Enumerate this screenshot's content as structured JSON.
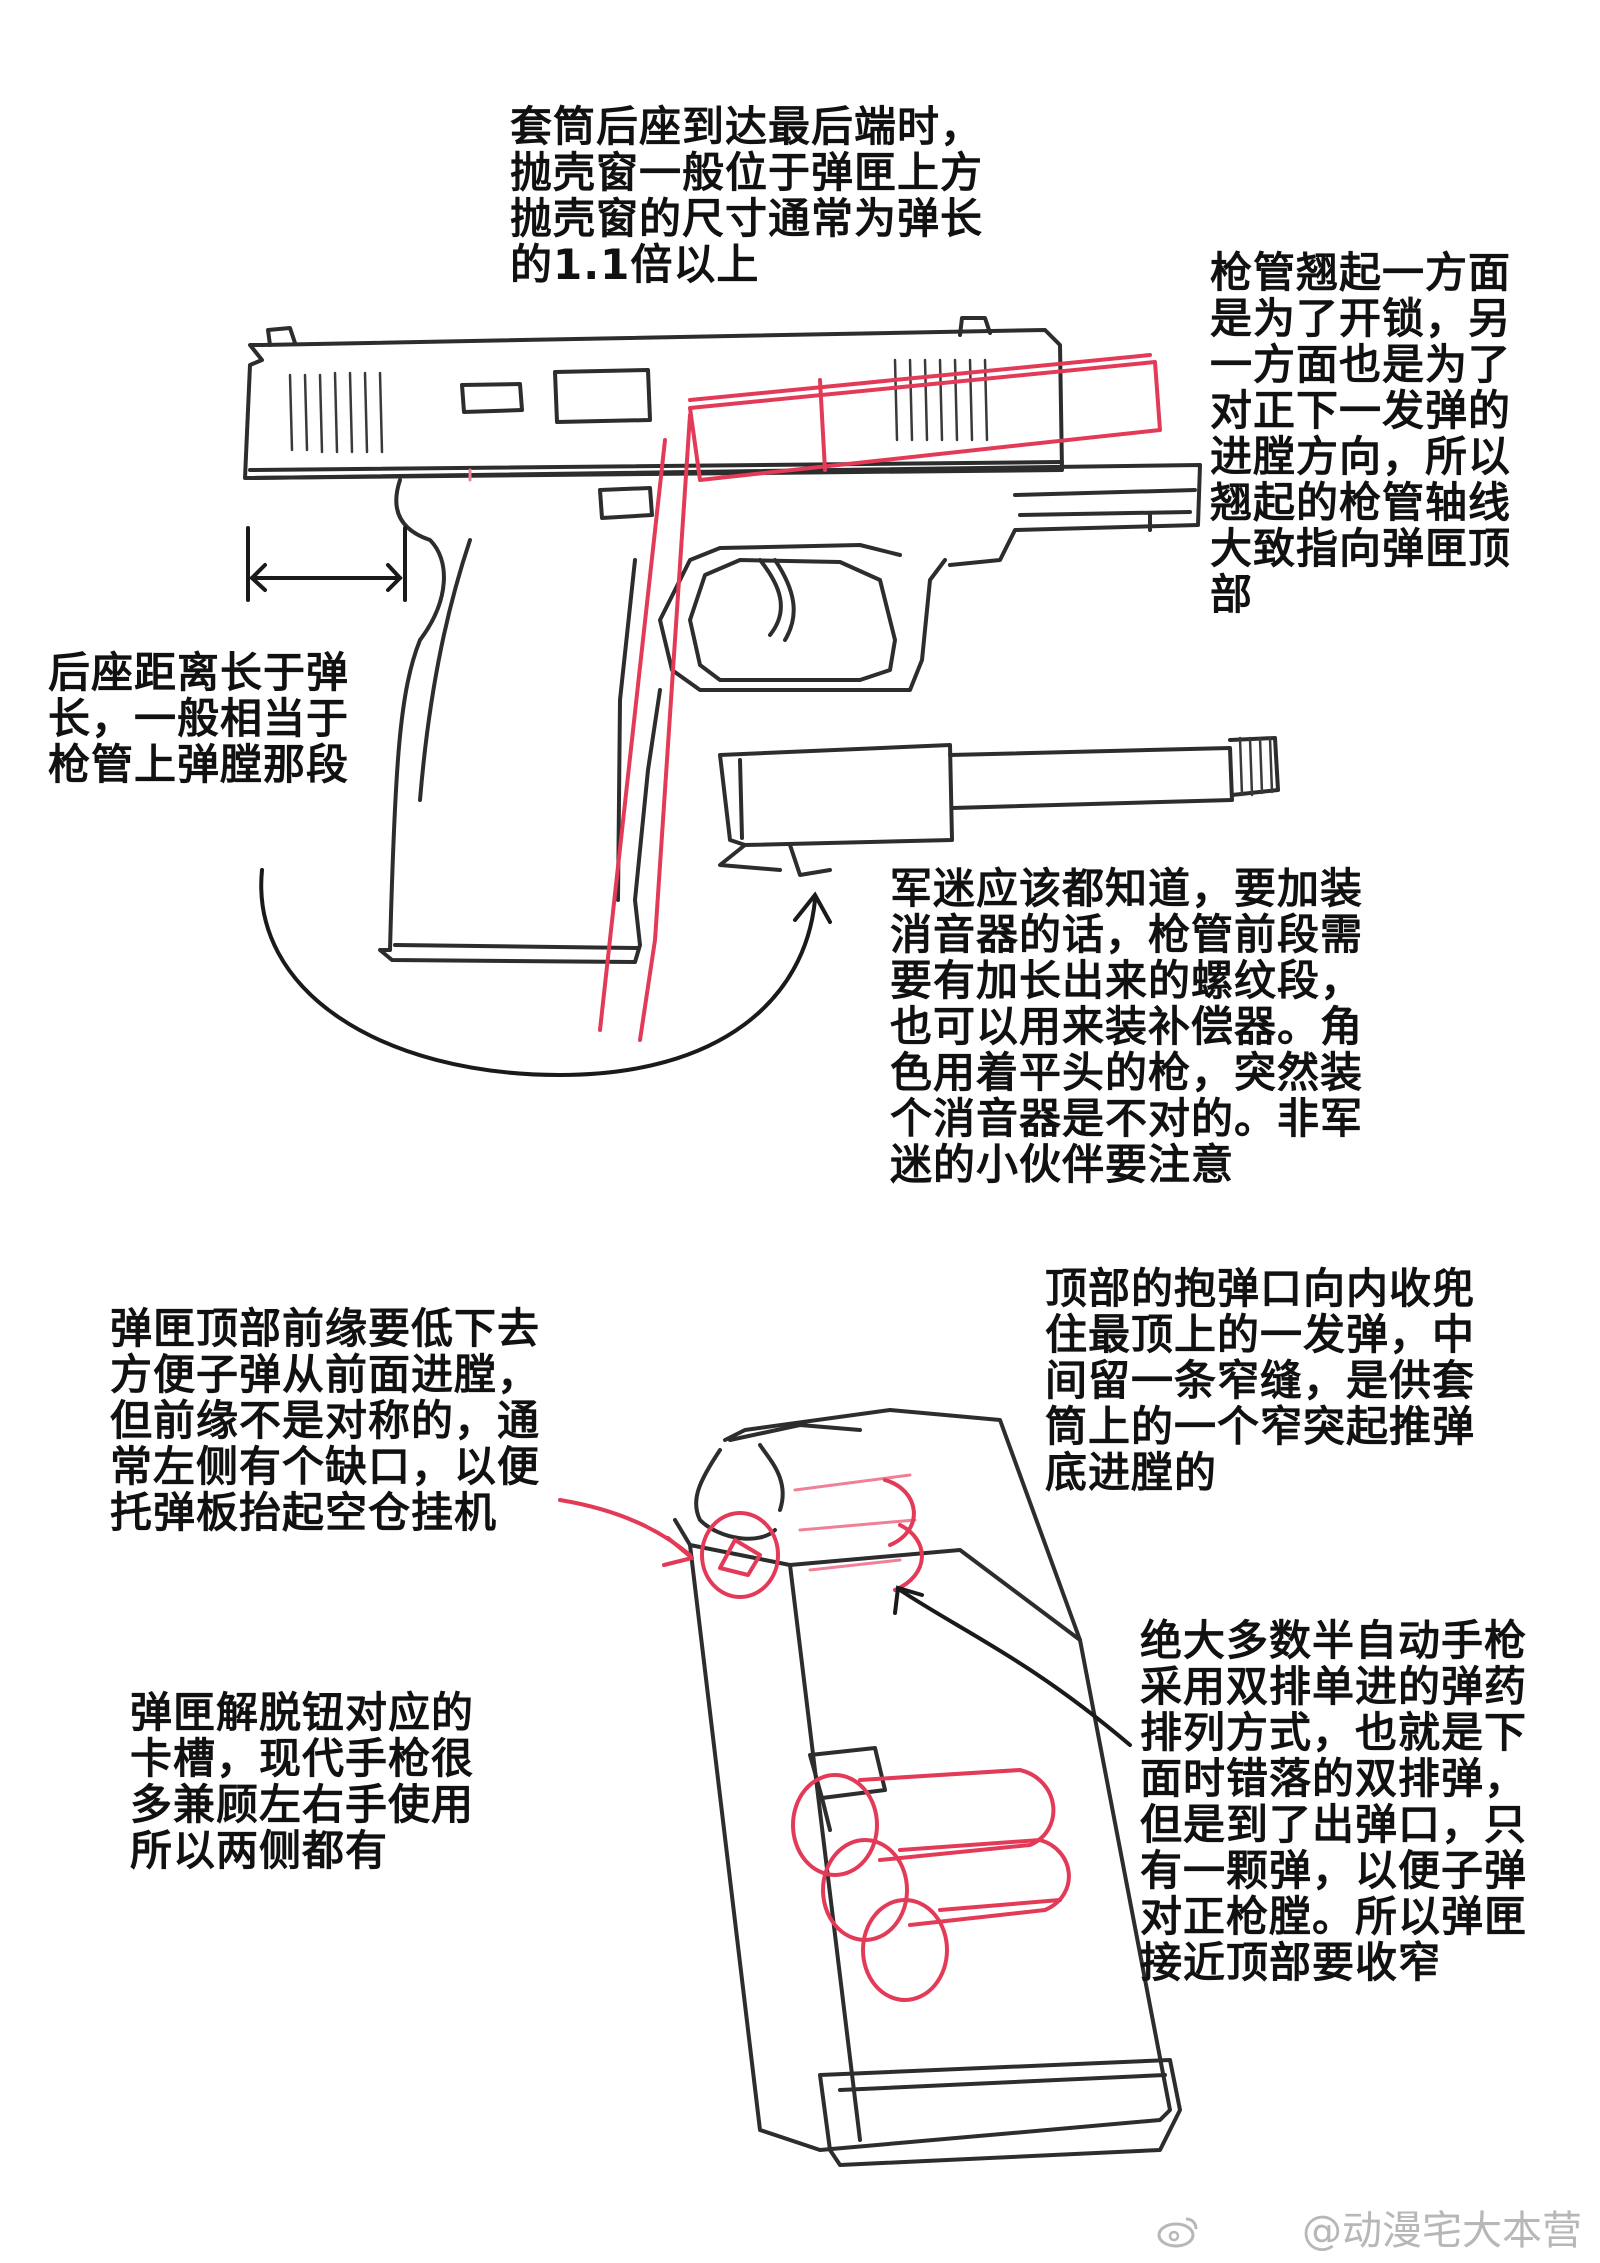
{
  "annotations": {
    "ejection_window": "套筒后座到达最后端时，\n抛壳窗一般位于弹匣上方\n抛壳窗的尺寸通常为弹长\n的1.1倍以上",
    "barrel_tilt": "枪管翘起一方面\n是为了开锁，另\n一方面也是为了\n对正下一发弹的\n进膛方向，所以\n翘起的枪管轴线\n大致指向弹匣顶\n部",
    "recoil_distance": "后座距离长于弹\n长，一般相当于\n枪管上弹膛那段",
    "suppressor": "军迷应该都知道，要加装\n消音器的话，枪管前段需\n要有加长出来的螺纹段，\n也可以用来装补偿器。角\n色用着平头的枪，突然装\n个消音器是不对的。非军\n迷的小伙伴要注意",
    "mag_front_edge": "弹匣顶部前缘要低下去\n方便子弹从前面进膛，\n但前缘不是对称的，通\n常左侧有个缺口，以便\n托弹板抬起空仓挂机",
    "feed_lips": "顶部的抱弹口向内收兜\n住最顶上的一发弹，中\n间留一条窄缝，是供套\n筒上的一个窄突起推弹\n底进膛的",
    "mag_release_notch": "弹匣解脱钮对应的\n卡槽，现代手枪很\n多兼顾左右手使用\n所以两侧都有",
    "double_stack": "绝大多数半自动手枪\n采用双排单进的弹药\n排列方式，也就是下\n面时错落的双排弹，\n但是到了出弹口，只\n有一颗弹，以便子弹\n对正枪膛。所以弹匣\n接近顶部要收窄"
  },
  "watermark": "@动漫宅大本营",
  "colors": {
    "ink": "#2d2d2d",
    "accent": "#e23a57",
    "accent_light": "#ef8096"
  }
}
